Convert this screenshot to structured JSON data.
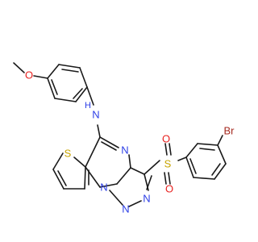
{
  "molecule": {
    "atom_labels": {
      "oxygen_methoxy": "O",
      "nitrogen_amine": "N",
      "hydrogen_amine": "H",
      "sulfur_thiophene": "S",
      "nitrogen_ring": "N",
      "nitrogen_triazole_1": "N",
      "nitrogen_triazole_2": "N",
      "nitrogen_triazole_3": "N",
      "sulfonyl_s": "S",
      "sulfonyl_o_top": "O",
      "sulfonyl_o_bottom": "O",
      "bromine": "Br"
    },
    "colors": {
      "carbon_bond": "#1a1a1a",
      "oxygen": "#e8211f",
      "nitrogen": "#2c3ee6",
      "sulfur": "#c7a400",
      "bromine": "#a5291f"
    }
  }
}
